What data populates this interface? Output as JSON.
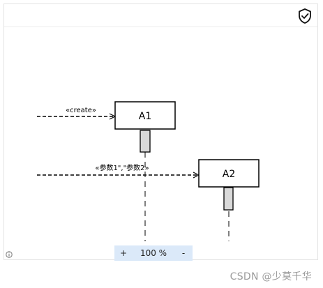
{
  "toolbar": {
    "shield_icon": "shield-check-icon"
  },
  "diagram": {
    "lifelines": [
      {
        "label": "A1"
      },
      {
        "label": "A2"
      }
    ],
    "messages": [
      {
        "label": "«create»",
        "target": "A1"
      },
      {
        "label": "«参数1\",\"参数2»",
        "target": "A2"
      }
    ]
  },
  "zoom": {
    "plus_label": "+",
    "level": "100 %",
    "minus_label": "-"
  },
  "footer": {
    "info_icon": "info-icon",
    "watermark": "CSDN @少莫千华"
  },
  "colors": {
    "zoombar_bg": "#dbe9f9",
    "activation_fill": "#d9d9d9"
  }
}
